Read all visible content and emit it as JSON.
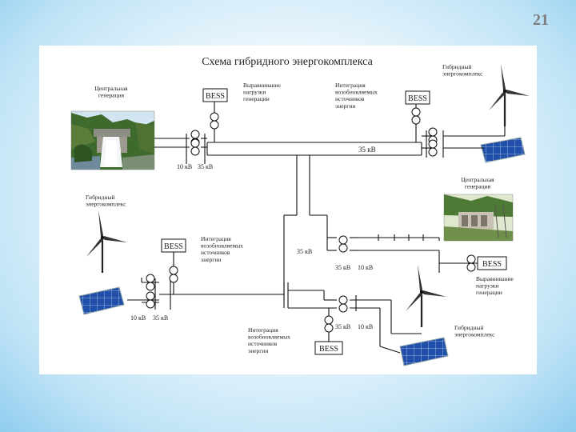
{
  "slide_number": "21",
  "diagram": {
    "title": "Схема гибридного энергокомплекса",
    "labels": {
      "central_gen_1": [
        "Центральная",
        "генерация"
      ],
      "hybrid_top_right": [
        "Гибридный",
        "энергокомплекс"
      ],
      "load_leveling_top": [
        "Выравнивание",
        "нагрузки",
        "генерации"
      ],
      "renewables_top": [
        "Интеграция",
        "возобновляемых",
        "источников",
        "энергии"
      ],
      "central_gen_2": [
        "Центральная",
        "генерация"
      ],
      "hybrid_left": [
        "Гибридный",
        "энергокомплекс"
      ],
      "renewables_left": [
        "Интеграция",
        "возобновляемых",
        "источников",
        "энергии"
      ],
      "load_leveling_right": [
        "Выравнивание",
        "нагрузки",
        "генерации"
      ],
      "renewables_bottom": [
        "Интеграция",
        "возобновляемых",
        "источников",
        "энергии"
      ],
      "hybrid_bottom_right": [
        "Гибридный",
        "энергокомплекс"
      ]
    },
    "bess": "BESS",
    "voltage": {
      "kv10": "10 кВ",
      "kv35": "35 кВ",
      "kv35_bus": "35 кВ"
    }
  }
}
